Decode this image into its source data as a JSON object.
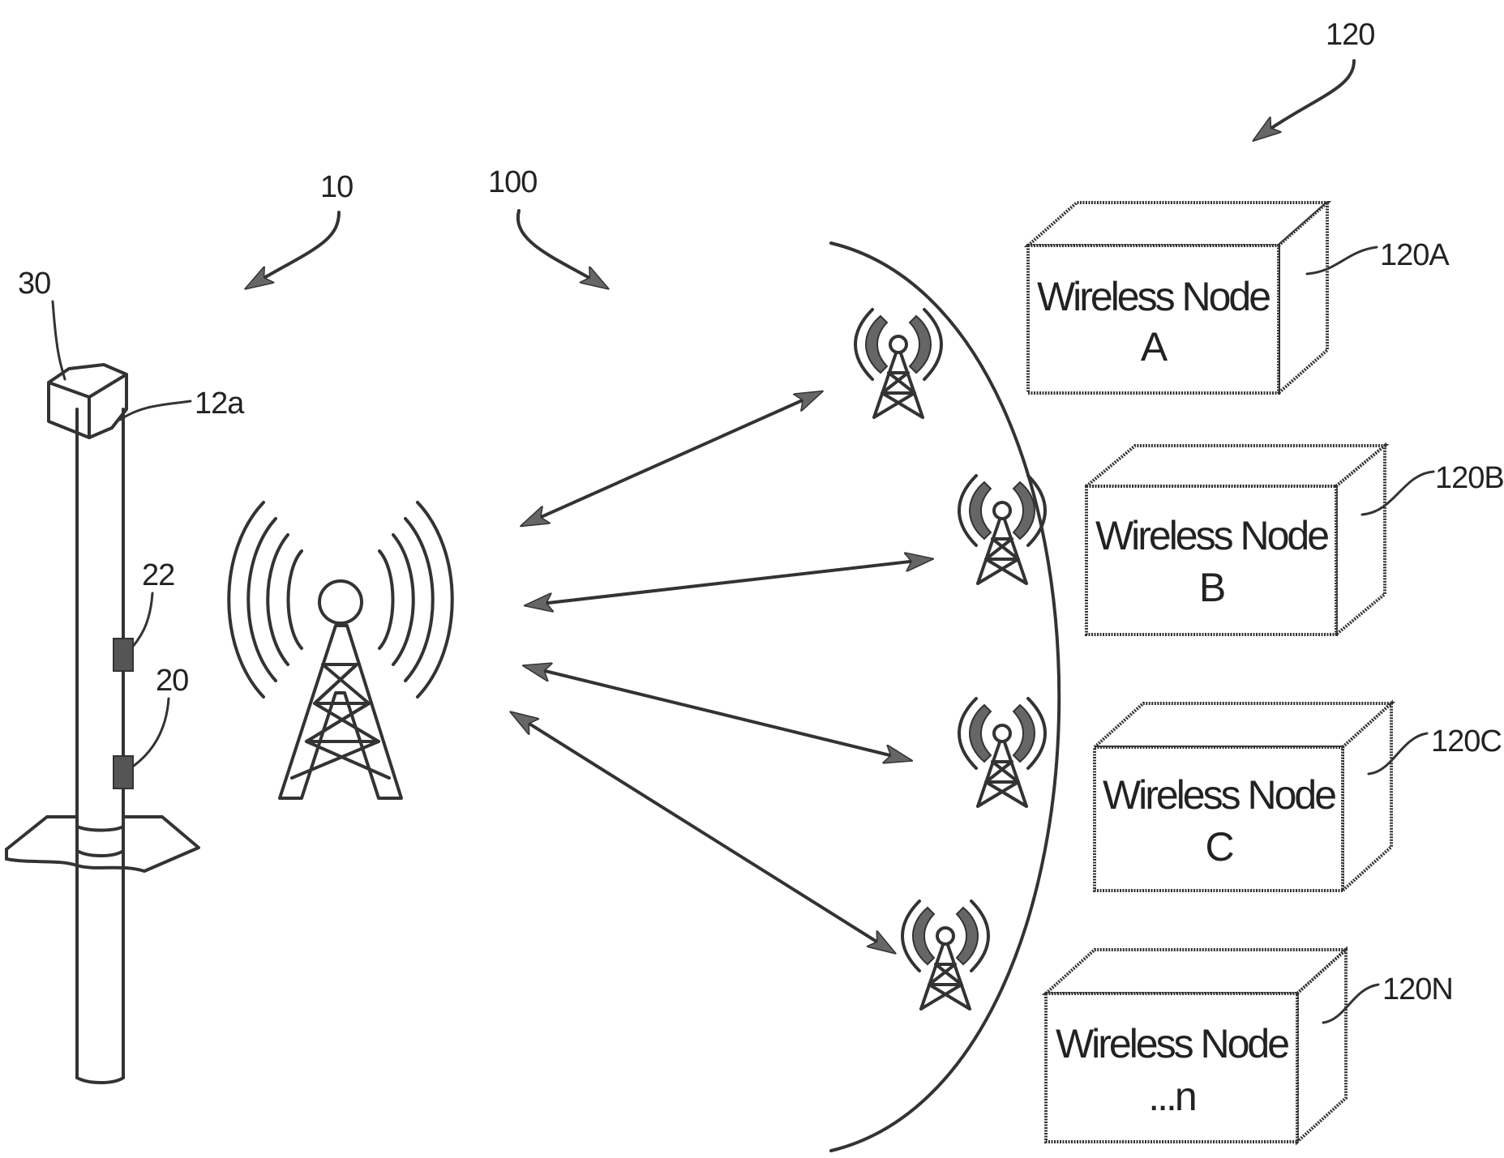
{
  "labels": {
    "ref_10": "10",
    "ref_100": "100",
    "ref_120": "120",
    "ref_30": "30",
    "ref_12a": "12a",
    "ref_22": "22",
    "ref_20": "20",
    "ref_120A": "120A",
    "ref_120B": "120B",
    "ref_120C": "120C",
    "ref_120N": "120N"
  },
  "nodes": [
    {
      "line1": "Wireless Node",
      "line2": "A"
    },
    {
      "line1": "Wireless Node",
      "line2": "B"
    },
    {
      "line1": "Wireless Node",
      "line2": "C"
    },
    {
      "line1": "Wireless Node",
      "line2": "...n"
    }
  ],
  "colors": {
    "line": "#333333",
    "fill": "#666666",
    "background": "#ffffff"
  },
  "icons": [
    "utility-pole",
    "transmission-tower-icon",
    "small-tower-icon"
  ]
}
